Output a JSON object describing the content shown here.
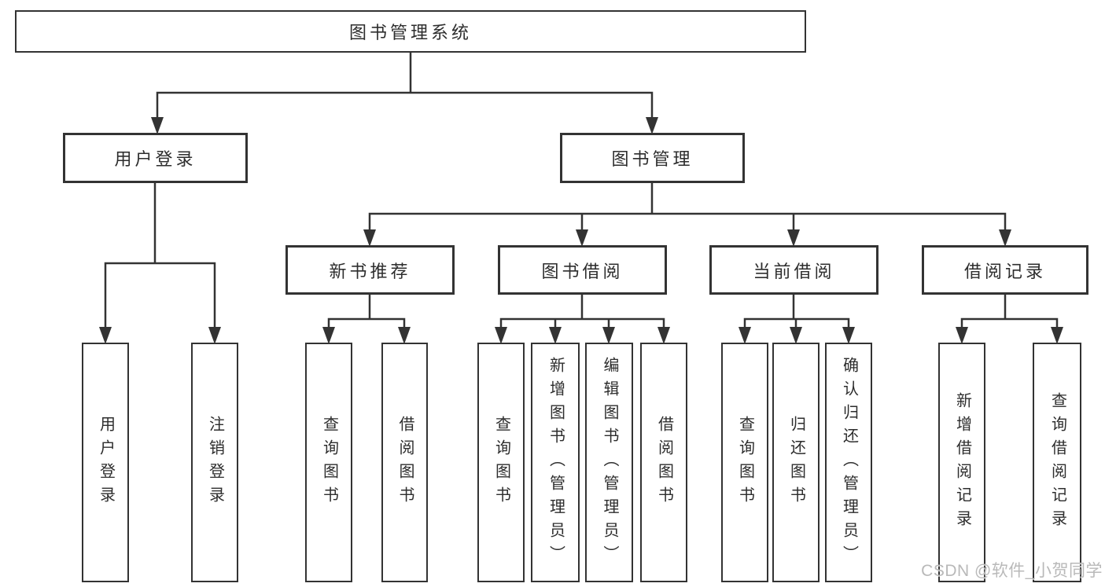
{
  "tree": {
    "root": {
      "label": "图书管理系统",
      "children": [
        {
          "label": "用户登录",
          "children": [
            {
              "label": "用户登录"
            },
            {
              "label": "注销登录"
            }
          ]
        },
        {
          "label": "图书管理",
          "children": [
            {
              "label": "新书推荐",
              "children": [
                {
                  "label": "查询图书"
                },
                {
                  "label": "借阅图书"
                }
              ]
            },
            {
              "label": "图书借阅",
              "children": [
                {
                  "label": "查询图书"
                },
                {
                  "label": "新增图书（管理员）"
                },
                {
                  "label": "编辑图书（管理员）"
                },
                {
                  "label": "借阅图书"
                }
              ]
            },
            {
              "label": "当前借阅",
              "children": [
                {
                  "label": "查询图书"
                },
                {
                  "label": "归还图书"
                },
                {
                  "label": "确认归还（管理员）"
                }
              ]
            },
            {
              "label": "借阅记录",
              "children": [
                {
                  "label": "新增借阅记录"
                },
                {
                  "label": "查询借阅记录"
                }
              ]
            }
          ]
        }
      ]
    }
  },
  "watermark": {
    "text": "CSDN @软件_小贺同学"
  },
  "colors": {
    "line": "#333333",
    "box_border": "#333333",
    "text": "#2d2d2d",
    "watermark_text": "#b9b9b9",
    "background": "#ffffff"
  }
}
